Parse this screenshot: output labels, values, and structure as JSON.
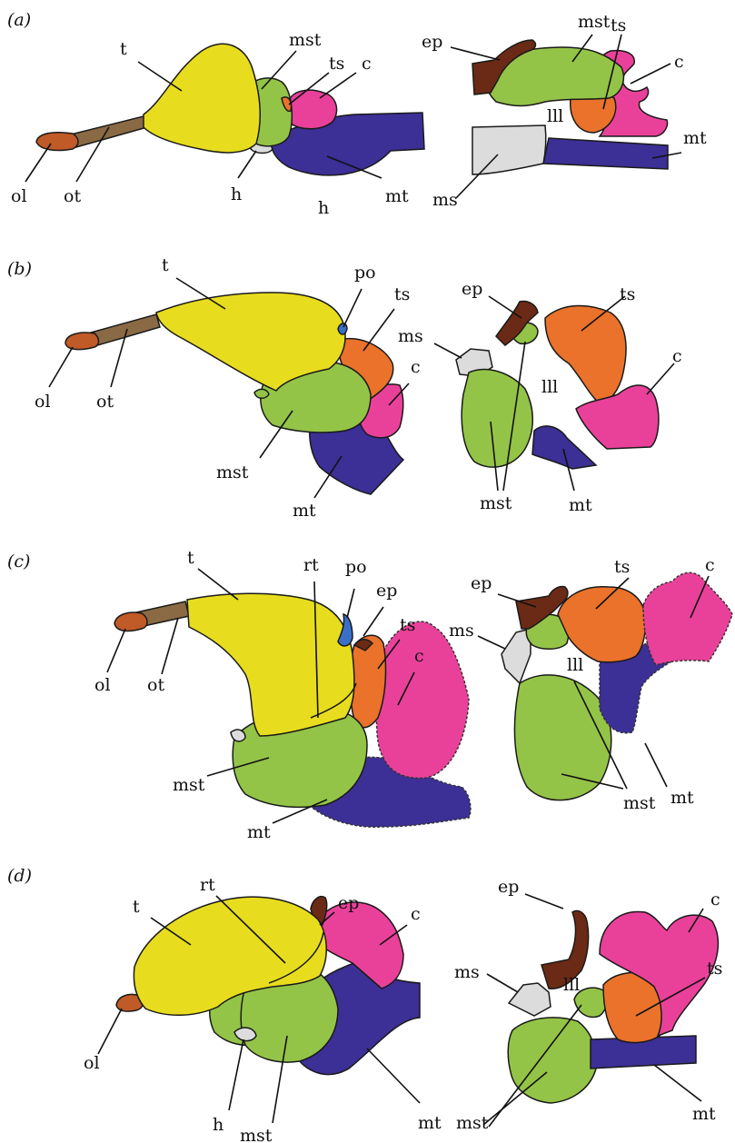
{
  "colors": {
    "telencephalon": "#e7dd1e",
    "mesencephalic_tectum": "#94c447",
    "torus_semicircularis": "#ea722b",
    "cerebellum": "#e9419a",
    "medulla": "#3c2f95",
    "olfactory_lobe": "#c05a26",
    "olfactory_tract": "#8a6a45",
    "epiphysis": "#6b2a15",
    "hypophysis": "#dcdcdc",
    "preoptic": "#3a6fc9"
  },
  "panels": [
    {
      "letter": "a",
      "tag": "(a)",
      "lateral_labels": [
        "t",
        "mst",
        "ts",
        "c",
        "ol",
        "ot",
        "h",
        "h",
        "mt"
      ],
      "sagittal_labels": [
        "ep",
        "mst",
        "ts",
        "c",
        "lll",
        "ms",
        "mt"
      ]
    },
    {
      "letter": "b",
      "tag": "(b)",
      "lateral_labels": [
        "t",
        "po",
        "ts",
        "c",
        "ol",
        "ot",
        "mst",
        "mt"
      ],
      "sagittal_labels": [
        "ep",
        "ts",
        "ms",
        "lll",
        "c",
        "mst",
        "mt"
      ]
    },
    {
      "letter": "c",
      "tag": "(c)",
      "lateral_labels": [
        "t",
        "rt",
        "po",
        "ep",
        "ts",
        "c",
        "ol",
        "ot",
        "mst",
        "mt"
      ],
      "sagittal_labels": [
        "ep",
        "ts",
        "c",
        "ms",
        "lll",
        "mt",
        "mst"
      ]
    },
    {
      "letter": "d",
      "tag": "(d)",
      "lateral_labels": [
        "rt",
        "ep",
        "t",
        "c",
        "ol",
        "h",
        "mst",
        "mt"
      ],
      "sagittal_labels": [
        "ep",
        "c",
        "ts",
        "ms",
        "lll",
        "mst",
        "mt"
      ]
    }
  ]
}
